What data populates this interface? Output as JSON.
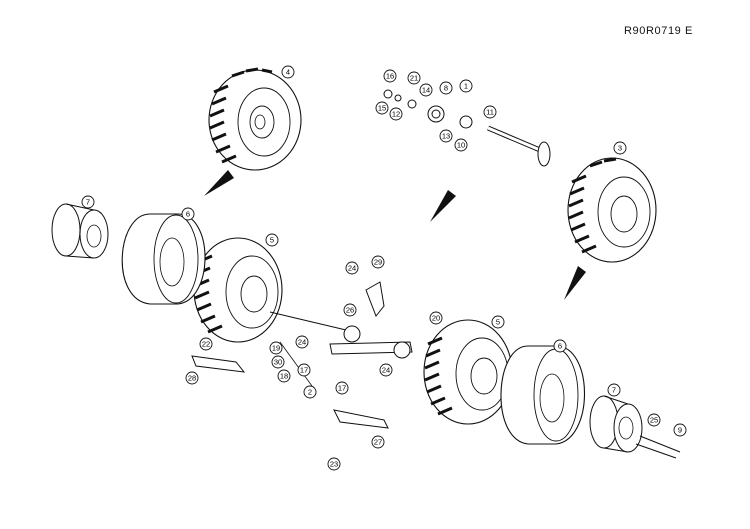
{
  "reference_code": "R90R0719  E",
  "callouts": [
    {
      "id": "c1",
      "text": "1"
    },
    {
      "id": "c2",
      "text": "2"
    },
    {
      "id": "c3",
      "text": "3"
    },
    {
      "id": "c4",
      "text": "4"
    },
    {
      "id": "c5a",
      "text": "5"
    },
    {
      "id": "c5b",
      "text": "5"
    },
    {
      "id": "c6a",
      "text": "6"
    },
    {
      "id": "c6b",
      "text": "6"
    },
    {
      "id": "c7a",
      "text": "7"
    },
    {
      "id": "c7b",
      "text": "7"
    },
    {
      "id": "c8",
      "text": "8"
    },
    {
      "id": "c9",
      "text": "9"
    },
    {
      "id": "c10",
      "text": "10"
    },
    {
      "id": "c11",
      "text": "11"
    },
    {
      "id": "c12",
      "text": "12"
    },
    {
      "id": "c13",
      "text": "13"
    },
    {
      "id": "c14",
      "text": "14"
    },
    {
      "id": "c15",
      "text": "15"
    },
    {
      "id": "c16",
      "text": "16"
    },
    {
      "id": "c17a",
      "text": "17"
    },
    {
      "id": "c17b",
      "text": "17"
    },
    {
      "id": "c18",
      "text": "18"
    },
    {
      "id": "c19",
      "text": "19"
    },
    {
      "id": "c20",
      "text": "20"
    },
    {
      "id": "c21",
      "text": "21"
    },
    {
      "id": "c22",
      "text": "22"
    },
    {
      "id": "c23",
      "text": "23"
    },
    {
      "id": "c24a",
      "text": "24"
    },
    {
      "id": "c24b",
      "text": "24"
    },
    {
      "id": "c24c",
      "text": "24"
    },
    {
      "id": "c25",
      "text": "25"
    },
    {
      "id": "c26",
      "text": "26"
    },
    {
      "id": "c27",
      "text": "27"
    },
    {
      "id": "c28",
      "text": "28"
    },
    {
      "id": "c29",
      "text": "29"
    },
    {
      "id": "c30",
      "text": "30"
    }
  ]
}
